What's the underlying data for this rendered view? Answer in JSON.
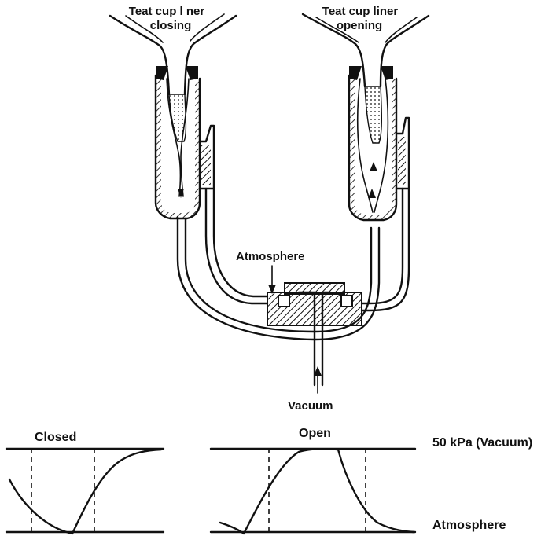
{
  "labels": {
    "left_cup_line1": "Teat cup l ner",
    "left_cup_line2": "closing",
    "right_cup_line1": "Teat cup liner",
    "right_cup_line2": "opening",
    "atmosphere_inlet": "Atmosphere",
    "vacuum_inlet": "Vacuum"
  },
  "graphs": {
    "closed_title": "Closed",
    "open_title": "Open",
    "upper_level": "50 kPa (Vacuum)",
    "lower_level": "Atmosphere"
  },
  "colors": {
    "ink": "#111111",
    "background": "#ffffff"
  }
}
